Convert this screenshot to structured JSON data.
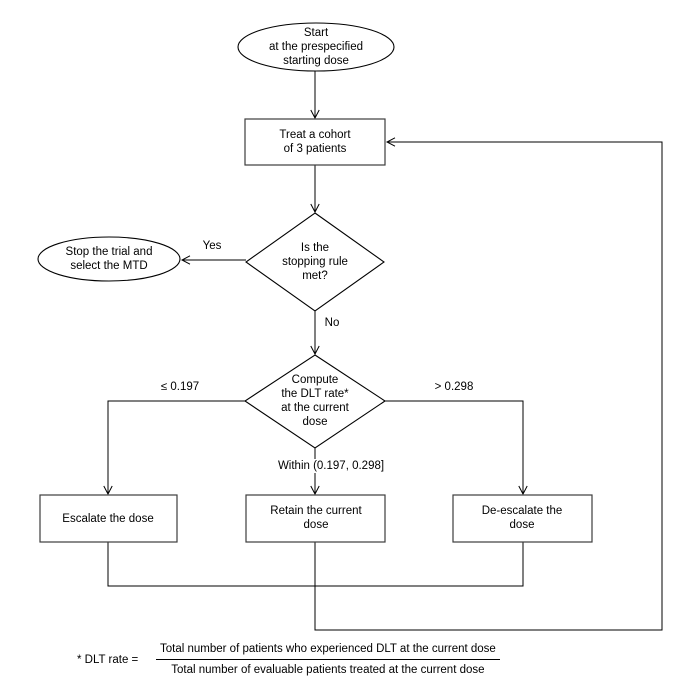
{
  "diagram": {
    "title_hint": "Dose-finding trial decision flowchart",
    "colors": {
      "background": "#ffffff",
      "line": "#000000",
      "box_border": "#3d3d3d",
      "text": "#000000"
    },
    "nodes": {
      "start": {
        "shape": "ellipse",
        "label": "Start\nat the prespecified\nstarting dose"
      },
      "treat": {
        "shape": "rect",
        "label": "Treat a cohort\nof 3 patients"
      },
      "stopping": {
        "shape": "diamond",
        "label": "Is the\nstopping rule\nmet?"
      },
      "stop_trial": {
        "shape": "ellipse",
        "label": "Stop the trial and\nselect the MTD"
      },
      "compute": {
        "shape": "diamond",
        "label": "Compute\nthe DLT rate*\nat the current\ndose"
      },
      "escalate": {
        "shape": "rect",
        "label": "Escalate the dose"
      },
      "retain": {
        "shape": "rect",
        "label": "Retain the current\ndose"
      },
      "deescalate": {
        "shape": "rect",
        "label": "De-escalate the\ndose"
      }
    },
    "edge_labels": {
      "yes": "Yes",
      "no": "No",
      "low": "≤ 0.197",
      "high": "> 0.298",
      "within": "Within (0.197, 0.298]"
    },
    "footnote": {
      "prefix": "* DLT rate =",
      "numerator": "Total number of patients who experienced DLT at the current dose",
      "denominator": "Total number of evaluable patients treated at the current dose"
    }
  }
}
